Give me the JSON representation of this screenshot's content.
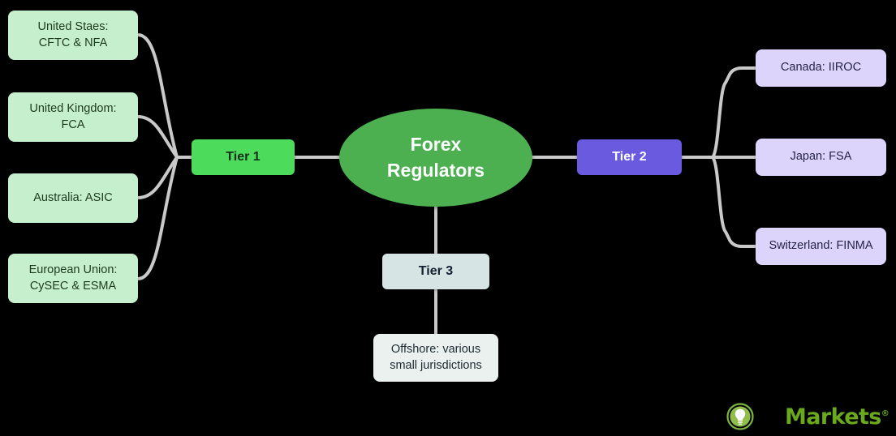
{
  "diagram": {
    "title": "Forex Regulators",
    "background_color": "#000000",
    "edge_color": "#c9c9c9",
    "root": {
      "label_line1": "Forex",
      "label_line2": "Regulators",
      "color": "#4caf50",
      "text_color": "#ffffff"
    },
    "tiers": {
      "tier1": {
        "label": "Tier 1",
        "color": "#4ddb5b",
        "text_color": "#14301a"
      },
      "tier2": {
        "label": "Tier 2",
        "color": "#6a5ae0",
        "text_color": "#ffffff"
      },
      "tier3": {
        "label": "Tier 3",
        "color": "#d6e4e4",
        "text_color": "#152030"
      }
    },
    "tier1_members": [
      {
        "label": "United Staes:\nCFTC & NFA",
        "line1": "United Staes:",
        "line2": "CFTC & NFA"
      },
      {
        "label": "United Kingdom:\nFCA",
        "line1": "United Kingdom:",
        "line2": "FCA"
      },
      {
        "label": "Australia: ASIC",
        "line1": "Australia: ASIC",
        "line2": ""
      },
      {
        "label": "European Union:\nCySEC & ESMA",
        "line1": "European Union:",
        "line2": "CySEC & ESMA"
      }
    ],
    "tier1_member_color": "#c6efcd",
    "tier1_member_text_color": "#1c3a20",
    "tier2_members": [
      {
        "label": "Canada: IIROC"
      },
      {
        "label": "Japan: FSA"
      },
      {
        "label": "Switzerland: FINMA"
      }
    ],
    "tier2_member_color": "#dcd4fb",
    "tier2_member_text_color": "#26234a",
    "tier3_members": [
      {
        "label": "Offshore: various\nsmall jurisdictions",
        "line1": "Offshore: various",
        "line2": "small jurisdictions"
      }
    ],
    "tier3_member_color": "#eaf1ef",
    "tier3_member_text_color": "#1d2a33"
  },
  "brand": {
    "name": "Markets",
    "registered_mark": "®",
    "color": "#6aa81e",
    "icon": "lightbulb-circle-icon"
  }
}
